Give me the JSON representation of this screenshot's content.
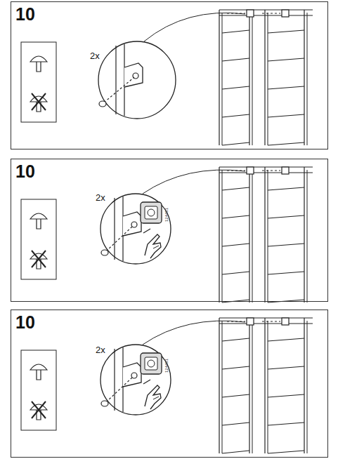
{
  "diagram": {
    "nodes": [
      {
        "text": [
          "10",
          "2x"
        ]
      },
      {
        "text": [
          "10",
          "2x"
        ]
      },
      {
        "text": [
          "10",
          "2x"
        ]
      }
    ],
    "labels": [
      "124481",
      "124481"
    ]
  }
}
